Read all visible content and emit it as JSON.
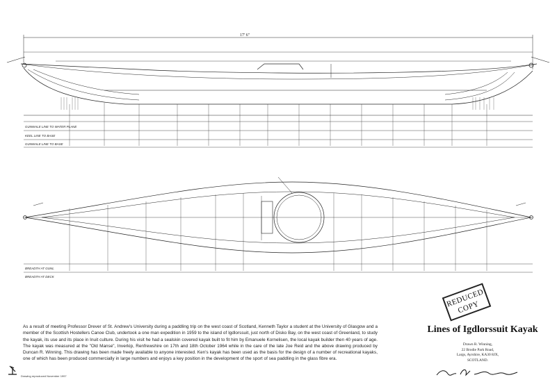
{
  "title": "Lines of Igdlorssuit Kayak",
  "stamp": {
    "line1": "REDUCED",
    "line2": "COPY"
  },
  "description": "As a result of meeting Professor Drever of St. Andrew's University during a paddling trip on the west coast of Scotland, Kenneth Taylor a student at the University of Glasgow and a member of the Scottish Hostellers Canoe Club, undertook a one man expedition in 1959 to the island of Igdlorssuit, just north of Disko Bay, on the west coast of Greenland, to study the kayak, its use and its place in Inuit culture. During his visit he had a sealskin covered kayak built to fit him by Emanuele Kornelisen, the local kayak builder then 40 years of age. The kayak was measured at the \"Old Manse\", Inverkip, Renfrewshire on 17th and 18th October 1964 while in the care of the late Joe Reid and the above drawing produced by Duncan R. Winning. This drawing has been made freely available to anyone interested. Ken's kayak has been used as the basis for the design of a number of recreational kayaks, one of which has been produced commercially in large numbers and enjoys a key position in the development of the sport of sea paddling in the glass fibre era.",
  "credit": [
    "Drawn R. Winning,",
    "22 Brodie Park Road,",
    "Largs, Ayrshire, KA30 8JX,",
    "SCOTLAND."
  ],
  "elevation_rows": [
    "GUNWALE LINE TO WATER PLANE",
    "KEEL LINE TO BASE",
    "GUNWALE LINE TO BASE"
  ],
  "plan_rows": [
    "BREADTH AT GUNL",
    "BREADTH AT DECK"
  ],
  "dims": {
    "overall_length": "17' 6\""
  },
  "footnote": "Drawing reproduced November 1997"
}
